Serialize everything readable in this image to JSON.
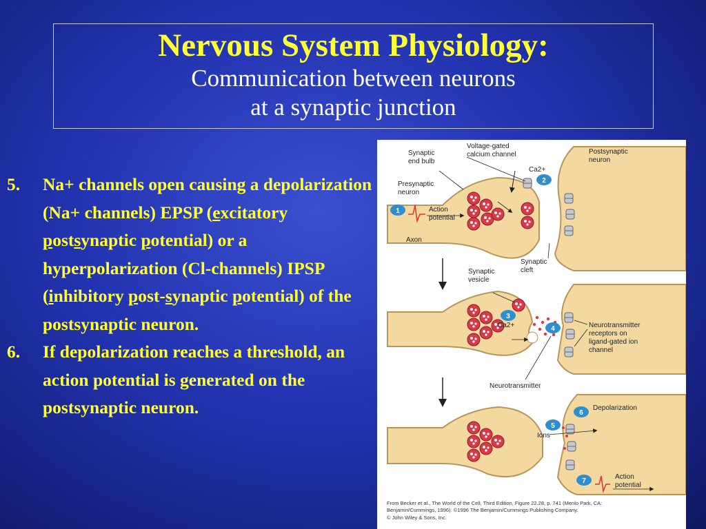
{
  "slide": {
    "title": "Nervous System Physiology:",
    "subtitle_line1": "Communication between neurons",
    "subtitle_line2": "at a synaptic junction"
  },
  "bullets": [
    {
      "number": "5.",
      "segments": [
        "Na+ channels open causing a depolarization (Na+ channels) EPSP (",
        "e",
        "xcitatory ",
        "p",
        "ost",
        "s",
        "ynaptic ",
        "p",
        "otential)   or a hyperpolarization (Cl-channels) IPSP (",
        "i",
        "nhibitory ",
        "p",
        "ost-",
        "s",
        "ynaptic ",
        "p",
        "otential) of the postsynaptic neuron."
      ]
    },
    {
      "number": "6.",
      "text": "If depolarization reaches a threshold, an action potential is generated on the postsynaptic neuron."
    }
  ],
  "figure": {
    "labels": {
      "synaptic_end_bulb": [
        "Synaptic",
        "end bulb"
      ],
      "voltage_gated": [
        "Voltage-gated",
        "calcium channel"
      ],
      "postsynaptic_neuron": [
        "Postsynaptic",
        "neuron"
      ],
      "presynaptic_neuron": [
        "Presynaptic",
        "neuron"
      ],
      "ca_top": "Ca2+",
      "action_potential_1": [
        "Action",
        "potential"
      ],
      "axon": "Axon",
      "synaptic_cleft": [
        "Synaptic",
        "cleft"
      ],
      "synaptic_vesicle": [
        "Synaptic",
        "vesicle"
      ],
      "ca_mid": "Ca2+",
      "nt_receptors": [
        "Neurotransmitter",
        "receptors on",
        "ligand-gated ion",
        "channel"
      ],
      "neurotransmitter": "Neurotransmitter",
      "depolarization": "Depolarization",
      "ions": "Ions",
      "action_potential_7": [
        "Action",
        "potential"
      ]
    },
    "step_numbers": [
      "1",
      "2",
      "3",
      "4",
      "5",
      "6",
      "7"
    ],
    "credit": [
      "From Becker et al., The World of the Cell, Third Edition, Figure 22.28, p. 741 (Menlo Park, CA:",
      "Benjamin/Cummings, 1996). ©1996 The Benjamin/Cummings Publishing Company.",
      "© John Wiley & Sons, Inc."
    ]
  },
  "colors": {
    "title": "#ffff33",
    "subtitle": "#ffffff",
    "bullet_text": "#ffff33",
    "neuron_fill": "#f3d9a0",
    "neuron_stroke": "#b8955a",
    "vesicle": "#d93a4a",
    "step_badge": "#2e8fd0"
  }
}
